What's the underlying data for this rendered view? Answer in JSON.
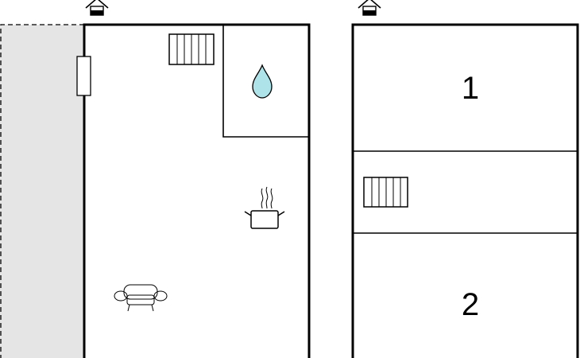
{
  "floorplan": {
    "colors": {
      "background": "#ffffff",
      "wall": "#000000",
      "terrace": "#e5e5e5",
      "water": "#aee3ea"
    },
    "floors": [
      {
        "entrance_icon": "house-entrance-icon",
        "rooms": [
          {
            "icons": [
              "radiator-icon",
              "window-icon",
              "sofa-icon",
              "cooking-pot-icon"
            ]
          },
          {
            "icons": [
              "water-drop-icon"
            ]
          }
        ],
        "outdoor_area": "terrace"
      },
      {
        "entrance_icon": "house-entrance-icon",
        "rooms": [
          {
            "label": "1"
          },
          {
            "icons": [
              "radiator-icon"
            ]
          },
          {
            "label": "2"
          }
        ]
      }
    ]
  }
}
